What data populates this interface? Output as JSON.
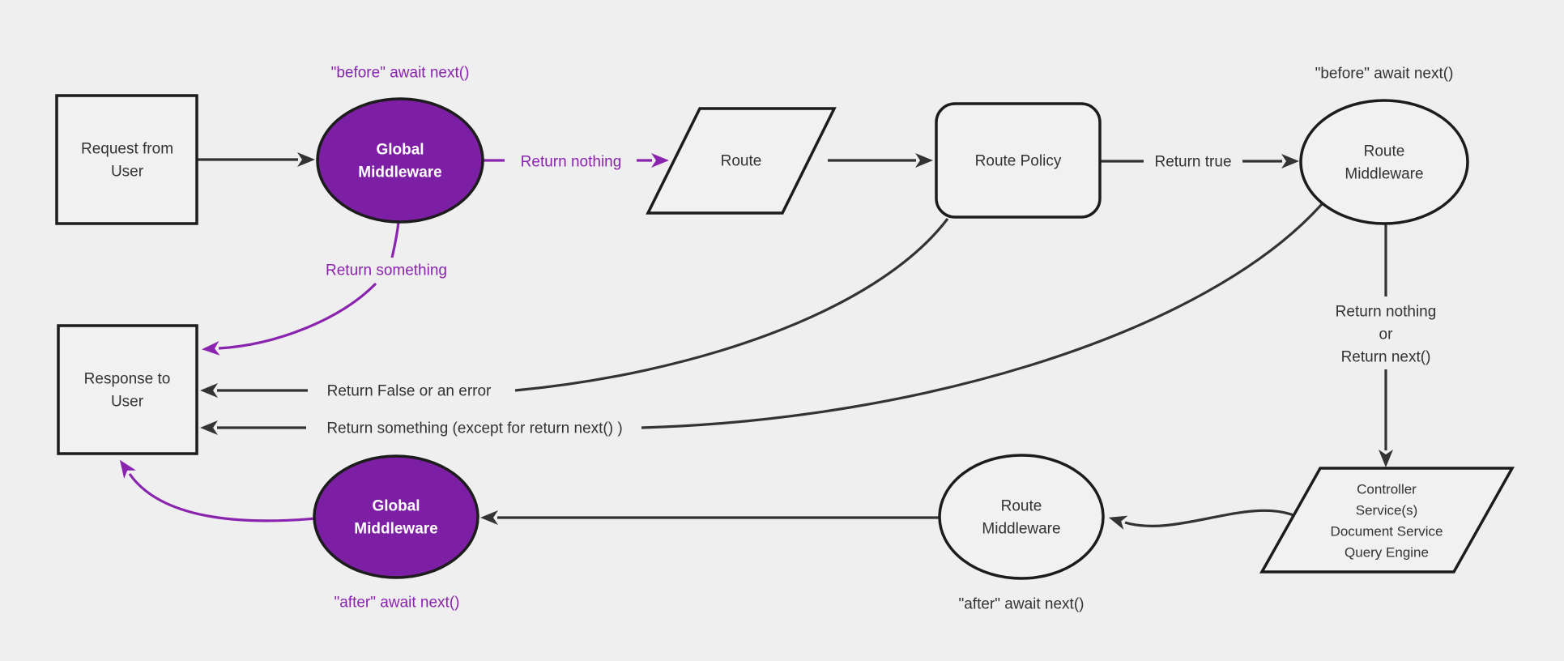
{
  "colors": {
    "background": "#efefef",
    "node_fill": "#f1f1f1",
    "node_stroke": "#1c1c1c",
    "edge_stroke": "#333333",
    "text_dark": "#333333",
    "purple_fill": "#7d1fa5",
    "purple_accent": "#8a24ae",
    "text_on_purple": "#ffffff"
  },
  "nodes": {
    "request_user": {
      "lines": [
        "Request from",
        "User"
      ]
    },
    "global_middleware_top": {
      "lines": [
        "Global",
        "Middleware"
      ]
    },
    "route": {
      "label": "Route"
    },
    "route_policy": {
      "label": "Route Policy"
    },
    "route_middleware_top": {
      "lines": [
        "Route",
        "Middleware"
      ]
    },
    "controller_services": {
      "lines": [
        "Controller",
        "Service(s)",
        "Document Service",
        "Query Engine"
      ]
    },
    "route_middleware_bottom": {
      "lines": [
        "Route",
        "Middleware"
      ]
    },
    "global_middleware_bottom": {
      "lines": [
        "Global",
        "Middleware"
      ]
    },
    "response_user": {
      "lines": [
        "Response to",
        "User"
      ]
    }
  },
  "edge_labels": {
    "before_await_global": "\"before\" await next()",
    "return_nothing": "Return nothing",
    "return_true": "Return true",
    "before_await_route": "\"before\" await next()",
    "return_nothing_or": {
      "lines": [
        "Return nothing",
        "or",
        "Return next()"
      ]
    },
    "return_something": "Return something",
    "return_false_error": "Return False or an error",
    "return_something_except": "Return something (except for return next() )",
    "after_await_route": "\"after\" await next()",
    "after_await_global": "\"after\" await next()"
  }
}
